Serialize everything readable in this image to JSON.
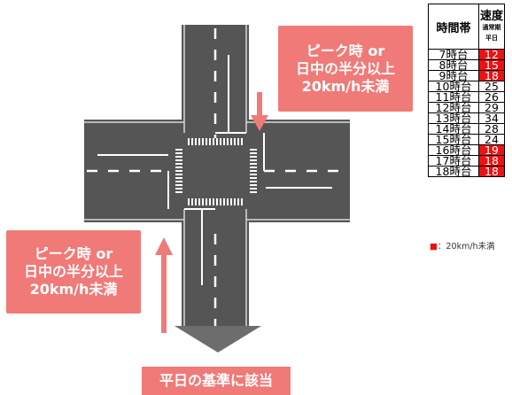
{
  "callout_top": {
    "lines": [
      "ピーク時 or",
      "日中の半分以上",
      "20km/h未満"
    ]
  },
  "callout_left": {
    "lines": [
      "ピーク時 or",
      "日中の半分以上",
      "20km/h未満"
    ]
  },
  "result_label": "平日の基準に該当",
  "table": {
    "header_time": "時間帯",
    "header_speed": "速度",
    "header_speed_sub1": "通常期",
    "header_speed_sub2": "平日",
    "rows": [
      {
        "time": "7時台",
        "speed": "12",
        "highlight": true
      },
      {
        "time": "8時台",
        "speed": "15",
        "highlight": true
      },
      {
        "time": "9時台",
        "speed": "18",
        "highlight": true
      },
      {
        "time": "10時台",
        "speed": "25",
        "highlight": false
      },
      {
        "time": "11時台",
        "speed": "26",
        "highlight": false
      },
      {
        "time": "12時台",
        "speed": "29",
        "highlight": false
      },
      {
        "time": "13時台",
        "speed": "34",
        "highlight": false
      },
      {
        "time": "14時台",
        "speed": "28",
        "highlight": false
      },
      {
        "time": "15時台",
        "speed": "24",
        "highlight": false
      },
      {
        "time": "16時台",
        "speed": "19",
        "highlight": true
      },
      {
        "time": "17時台",
        "speed": "18",
        "highlight": true
      },
      {
        "time": "18時台",
        "speed": "18",
        "highlight": true
      }
    ]
  },
  "legend": {
    "marker": "■",
    "text": "：20km/h未満"
  },
  "colors": {
    "callout": "#f07a78",
    "arrow": "#f07a78",
    "road": "#555555",
    "highlight": "#e11111",
    "down_arrow": "#6d6d6d"
  }
}
